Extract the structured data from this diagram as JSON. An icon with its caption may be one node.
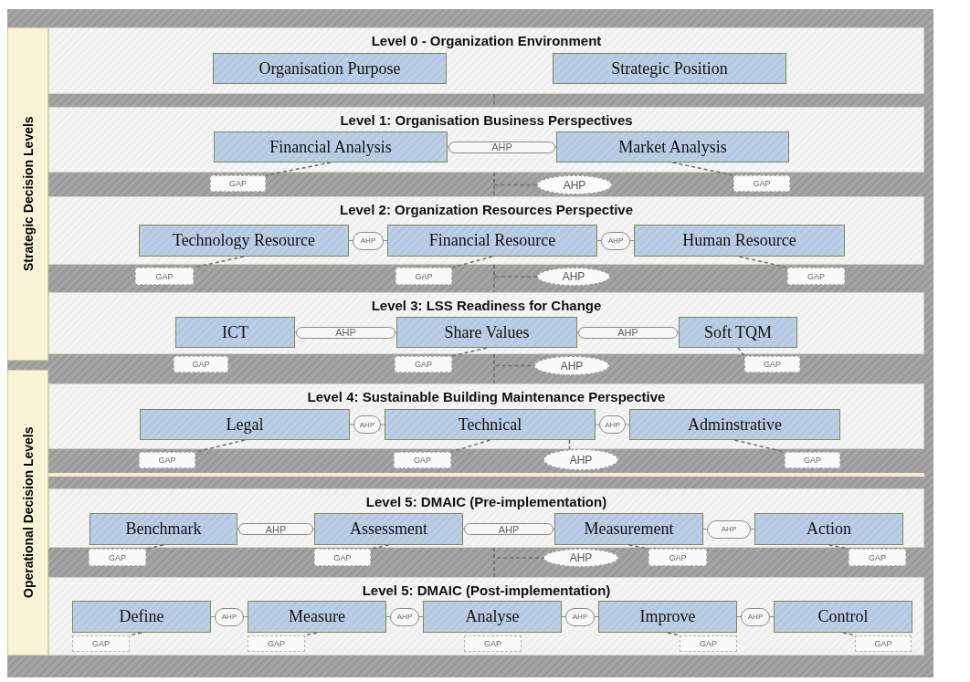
{
  "diagram": {
    "nodes": [
      {
        "text": [
          "Strategic Decision Levels"
        ]
      },
      {
        "text": [
          "Level 0 - Organization Environment"
        ]
      },
      {
        "text": [
          "Organisation Purpose"
        ],
        "in": 1
      },
      {
        "text": [
          "Strategic Position"
        ],
        "in": 1
      },
      {
        "text": [
          "Level 1: Organisation Business Perspectives"
        ]
      },
      {
        "text": [
          "Financial Analysis"
        ],
        "in": 4
      },
      {
        "text": [
          "Market Analysis"
        ],
        "in": 4
      },
      {
        "text": [
          "GAP"
        ]
      },
      {
        "text": [
          "AHP"
        ]
      },
      {
        "text": [
          "GAP"
        ]
      },
      {
        "text": [
          "Level 2: Organization Resources Perspective"
        ]
      },
      {
        "text": [
          "Technology Resource"
        ],
        "in": 10
      },
      {
        "text": [
          "Financial Resource"
        ],
        "in": 10
      },
      {
        "text": [
          "Human Resource"
        ],
        "in": 10
      },
      {
        "text": [
          "GAP"
        ]
      },
      {
        "text": [
          "GAP"
        ]
      },
      {
        "text": [
          "AHP"
        ]
      },
      {
        "text": [
          "GAP"
        ]
      },
      {
        "text": [
          "Level 3: LSS Readiness for Change"
        ]
      },
      {
        "text": [
          "ICT"
        ],
        "in": 18
      },
      {
        "text": [
          "Share Values"
        ],
        "in": 18
      },
      {
        "text": [
          "Soft TQM"
        ],
        "in": 18
      },
      {
        "text": [
          "GAP"
        ]
      },
      {
        "text": [
          "GAP"
        ]
      },
      {
        "text": [
          "AHP"
        ]
      },
      {
        "text": [
          "GAP"
        ]
      },
      {
        "text": [
          "Operational Decision Levels"
        ]
      },
      {
        "text": [
          "Level 4: Sustainable Building Maintenance Perspective"
        ]
      },
      {
        "text": [
          "Legal"
        ],
        "in": 27
      },
      {
        "text": [
          "Technical"
        ],
        "in": 27
      },
      {
        "text": [
          "Adminstrative"
        ],
        "in": 27
      },
      {
        "text": [
          "GAP"
        ]
      },
      {
        "text": [
          "GAP"
        ]
      },
      {
        "text": [
          "AHP"
        ]
      },
      {
        "text": [
          "GAP"
        ]
      },
      {
        "text": [
          "Level 5: DMAIC (Pre-implementation)"
        ]
      },
      {
        "text": [
          "Benchmark"
        ],
        "in": 35
      },
      {
        "text": [
          "Assessment"
        ],
        "in": 35
      },
      {
        "text": [
          "Measurement"
        ],
        "in": 35
      },
      {
        "text": [
          "Action"
        ],
        "in": 35
      },
      {
        "text": [
          "GAP"
        ]
      },
      {
        "text": [
          "GAP"
        ]
      },
      {
        "text": [
          "AHP"
        ]
      },
      {
        "text": [
          "GAP"
        ]
      },
      {
        "text": [
          "GAP"
        ]
      },
      {
        "text": [
          "Level 5: DMAIC (Post-implementation)"
        ]
      },
      {
        "text": [
          "Define"
        ],
        "in": 45
      },
      {
        "text": [
          "Measure"
        ],
        "in": 45
      },
      {
        "text": [
          "Analyse"
        ],
        "in": 45
      },
      {
        "text": [
          "Improve"
        ],
        "in": 45
      },
      {
        "text": [
          "Control"
        ],
        "in": 45
      },
      {
        "text": [
          "GAP"
        ],
        "in": 45
      },
      {
        "text": [
          "GAP"
        ],
        "in": 45
      },
      {
        "text": [
          "GAP"
        ],
        "in": 45
      },
      {
        "text": [
          "GAP"
        ],
        "in": 45
      },
      {
        "text": [
          "GAP"
        ],
        "in": 45
      }
    ],
    "edges": [
      {
        "from": 1,
        "to": 4,
        "arrow": "none",
        "style": "dashed"
      },
      {
        "from": 5,
        "to": 6,
        "arrow": "none",
        "label": "AHP"
      },
      {
        "from": 5,
        "to": 7,
        "arrow": "none",
        "style": "dashed"
      },
      {
        "from": 6,
        "to": 9,
        "arrow": "none",
        "style": "dashed"
      },
      {
        "from": 4,
        "to": 10,
        "arrow": "none",
        "style": "dashed"
      },
      {
        "from": 4,
        "to": 8,
        "arrow": "none",
        "style": "dashed"
      },
      {
        "from": 11,
        "to": 12,
        "arrow": "none",
        "label": "AHP"
      },
      {
        "from": 12,
        "to": 13,
        "arrow": "none",
        "label": "AHP"
      },
      {
        "from": 11,
        "to": 14,
        "arrow": "none",
        "style": "dashed"
      },
      {
        "from": 12,
        "to": 15,
        "arrow": "none",
        "style": "dashed"
      },
      {
        "from": 13,
        "to": 17,
        "arrow": "none",
        "style": "dashed"
      },
      {
        "from": 10,
        "to": 18,
        "arrow": "none",
        "style": "dashed"
      },
      {
        "from": 10,
        "to": 16,
        "arrow": "none",
        "style": "dashed"
      },
      {
        "from": 19,
        "to": 20,
        "arrow": "none",
        "label": "AHP"
      },
      {
        "from": 20,
        "to": 21,
        "arrow": "none",
        "label": "AHP"
      },
      {
        "from": 20,
        "to": 23,
        "arrow": "none",
        "style": "dashed"
      },
      {
        "from": 21,
        "to": 25,
        "arrow": "none",
        "style": "dashed"
      },
      {
        "from": 18,
        "to": 27,
        "arrow": "none",
        "style": "dashed"
      },
      {
        "from": 18,
        "to": 24,
        "arrow": "none",
        "style": "dashed"
      },
      {
        "from": 28,
        "to": 29,
        "arrow": "none",
        "label": "AHP"
      },
      {
        "from": 29,
        "to": 30,
        "arrow": "none",
        "label": "AHP"
      },
      {
        "from": 28,
        "to": 31,
        "arrow": "none",
        "style": "dashed"
      },
      {
        "from": 29,
        "to": 32,
        "arrow": "none",
        "style": "dashed"
      },
      {
        "from": 30,
        "to": 34,
        "arrow": "none",
        "style": "dashed"
      },
      {
        "from": 29,
        "to": 33,
        "arrow": "none",
        "style": "dashed"
      },
      {
        "from": 36,
        "to": 37,
        "arrow": "none",
        "label": "AHP"
      },
      {
        "from": 37,
        "to": 38,
        "arrow": "none",
        "label": "AHP"
      },
      {
        "from": 38,
        "to": 39,
        "arrow": "none",
        "label": "AHP"
      },
      {
        "from": 36,
        "to": 40,
        "arrow": "none",
        "style": "dashed"
      },
      {
        "from": 37,
        "to": 41,
        "arrow": "none",
        "style": "dashed"
      },
      {
        "from": 38,
        "to": 43,
        "arrow": "none",
        "style": "dashed"
      },
      {
        "from": 39,
        "to": 44,
        "arrow": "none",
        "style": "dashed"
      },
      {
        "from": 35,
        "to": 45,
        "arrow": "none",
        "style": "dashed"
      },
      {
        "from": 35,
        "to": 42,
        "arrow": "none",
        "style": "dashed"
      },
      {
        "from": 46,
        "to": 47,
        "arrow": "none",
        "label": "AHP"
      },
      {
        "from": 47,
        "to": 48,
        "arrow": "none",
        "label": "AHP"
      },
      {
        "from": 48,
        "to": 49,
        "arrow": "none",
        "label": "AHP"
      },
      {
        "from": 49,
        "to": 50,
        "arrow": "none",
        "label": "AHP"
      },
      {
        "from": 46,
        "to": 51,
        "arrow": "none",
        "style": "dashed"
      },
      {
        "from": 47,
        "to": 52,
        "arrow": "none",
        "style": "dashed"
      },
      {
        "from": 49,
        "to": 54,
        "arrow": "none",
        "style": "dashed"
      },
      {
        "from": 50,
        "to": 55,
        "arrow": "none",
        "style": "dashed"
      }
    ]
  }
}
